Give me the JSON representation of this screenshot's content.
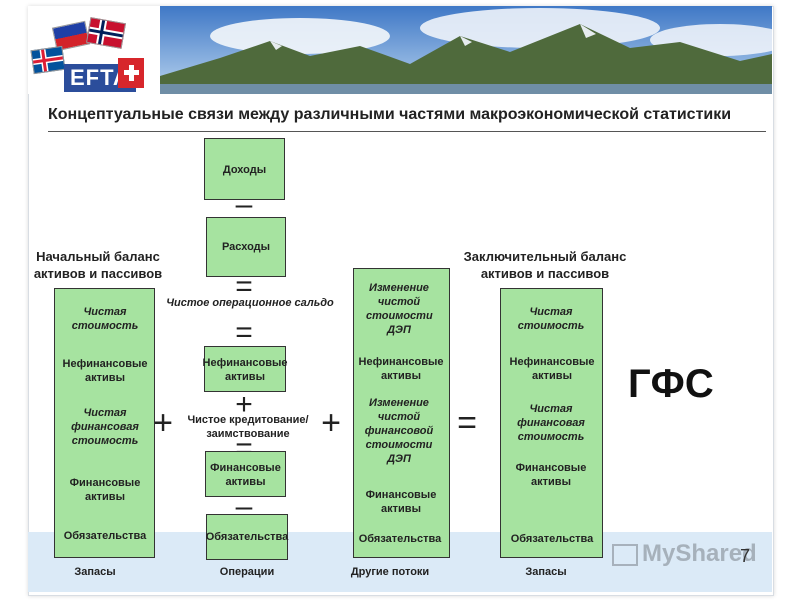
{
  "header": {
    "logo_text": "EFTA",
    "title": "Концептуальные связи между различными частями макроэкономической статистики"
  },
  "columns": {
    "opening": {
      "heading": "Начальный баланс активов и пассивов",
      "items": [
        "Чистая стоимость",
        "Нефинансовые активы",
        "Чистая финансовая стоимость",
        "Финансовые активы",
        "Обязательства"
      ],
      "footer": "Запасы"
    },
    "operations": {
      "revenue": "Доходы",
      "expense": "Расходы",
      "net_operating": "Чистое операционное сальдо",
      "nonfin": "Нефинансовые активы",
      "net_lending": "Чистое кредитование/ заимствование",
      "fin": "Финансовые активы",
      "liab": "Обязательства",
      "footer": "Операции"
    },
    "other_flows": {
      "items": [
        "Изменение чистой стоимости ДЭП",
        "Нефинансовые активы",
        "Изменение чистой финансовой стоимости ДЭП",
        "Финансовые активы",
        "Обязательства"
      ],
      "footer": "Другие потоки"
    },
    "closing": {
      "heading": "Заключительный баланс активов и пассивов",
      "items": [
        "Чистая стоимость",
        "Нефинансовые активы",
        "Чистая финансовая стоимость",
        "Финансовые активы",
        "Обязательства"
      ],
      "footer": "Запасы"
    }
  },
  "operators": {
    "minus": "–",
    "equals": "=",
    "plus": "+"
  },
  "gfs_label": "ГФС",
  "page_number": "7",
  "watermark": "MyShared",
  "colors": {
    "box_fill": "#a6e3a0",
    "band": "#dbeaf7"
  }
}
